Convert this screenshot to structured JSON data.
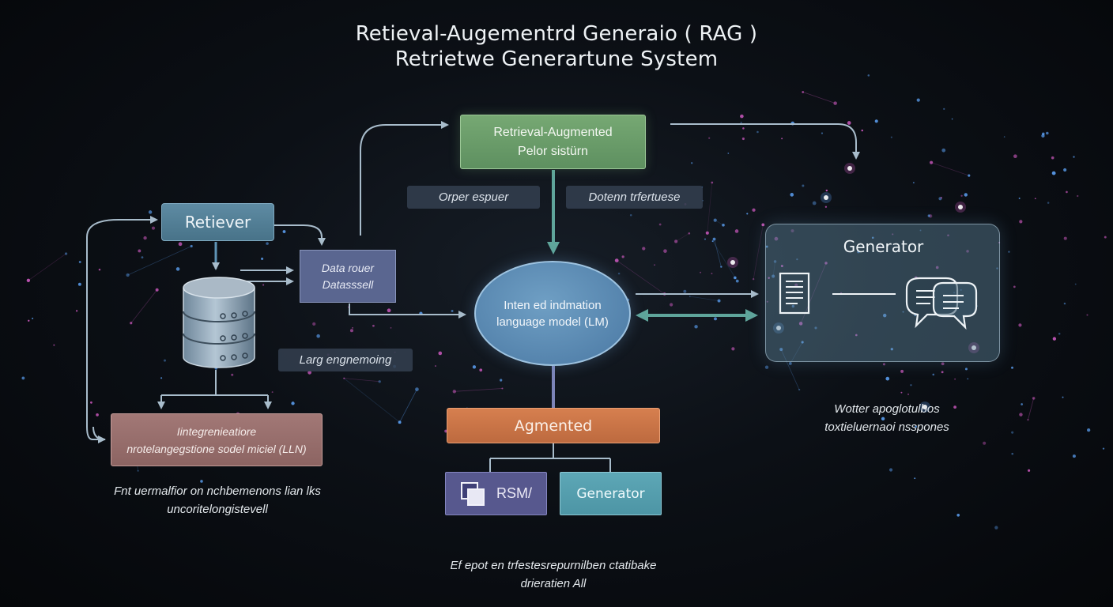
{
  "title": {
    "line1": "Retieval-Augementrd Generaio ( RAG )",
    "line2": "Retrietwe Generartune System"
  },
  "nodes": {
    "rag_box": {
      "line1": "Retrieval-Augmented",
      "line2": "Pelor sistürn"
    },
    "retriever": {
      "label": "Retiever"
    },
    "data_router": {
      "line1": "Data rouer",
      "line2": "Datasssell"
    },
    "llm": {
      "line1": "Inten ed indmation",
      "line2": "language model (LM)"
    },
    "integration_box": {
      "line1": "Iintegrenieatiore",
      "line2": "nrotelangegstione sodel miciel (LLN)"
    },
    "augmented": {
      "label": "Agmented"
    },
    "rsm": {
      "label": "RSM/"
    },
    "generator_small": {
      "label": "Generator"
    },
    "generator_panel": {
      "title": "Generator"
    }
  },
  "tags": {
    "query": "Orper espuer",
    "document": "Dotenn trfertuese",
    "language": "Larg engnemoing"
  },
  "captions": {
    "left": {
      "line1": "Fnt uermalfior on nchbemenons lian lks",
      "line2": "uncoritelongistevell"
    },
    "right": {
      "line1": "Wotter apoglotulbos",
      "line2": "toxtieluernaoi nsspones"
    },
    "bottom": {
      "line1": "Ef epot en trfestesrepurnilben ctatibake",
      "line2": "drieratien All"
    }
  },
  "icons": {
    "database": "database-icon",
    "document": "document-icon",
    "chat": "chat-bubbles-icon",
    "rsm": "stacked-windows-icon"
  },
  "colors": {
    "background": "#07090d",
    "rag_green": "#6b9d6a",
    "retriever_blue": "#5480a0",
    "data_purple": "#5a6690",
    "integration_rose": "#987070",
    "augmented_orange": "#cc7547",
    "rsm_indigo": "#57588e",
    "generator_teal": "#559dad",
    "llm_blue": "#5b8bb5",
    "arrow_teal": "#5fa59b",
    "arrow_light": "#a8bccb",
    "node_pink": "#e060d0",
    "node_cyan": "#60a8ff"
  }
}
